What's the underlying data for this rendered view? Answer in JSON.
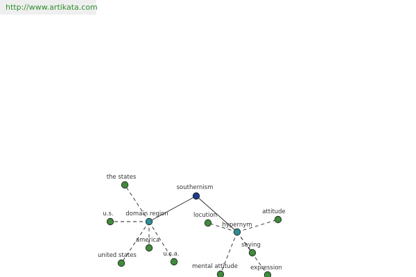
{
  "header": {
    "url": "http://www.artikata.com"
  },
  "colors": {
    "root": "#1f3a8a",
    "hub": "#2e8c95",
    "leaf": "#3f8a3c",
    "edge": "#222222",
    "url_text": "#2f8f2f",
    "url_bg": "#efefef"
  },
  "graph": {
    "nodes": [
      {
        "id": "southernism",
        "label": "southernism",
        "kind": "root"
      },
      {
        "id": "domain_region",
        "label": "domain region",
        "kind": "hub"
      },
      {
        "id": "hypernym",
        "label": "hypernym",
        "kind": "hub"
      },
      {
        "id": "the_states",
        "label": "the states",
        "kind": "leaf"
      },
      {
        "id": "us",
        "label": "u.s.",
        "kind": "leaf"
      },
      {
        "id": "america",
        "label": "america",
        "kind": "leaf"
      },
      {
        "id": "united_states",
        "label": "united states",
        "kind": "leaf"
      },
      {
        "id": "usa",
        "label": "u.s.a.",
        "kind": "leaf"
      },
      {
        "id": "locution",
        "label": "locution",
        "kind": "leaf"
      },
      {
        "id": "attitude",
        "label": "attitude",
        "kind": "leaf"
      },
      {
        "id": "saying",
        "label": "saying",
        "kind": "leaf"
      },
      {
        "id": "mental_attitude",
        "label": "mental attitude",
        "kind": "leaf"
      },
      {
        "id": "expression",
        "label": "expression",
        "kind": "leaf"
      }
    ],
    "edges": [
      {
        "from": "southernism",
        "to": "domain_region",
        "style": "solid"
      },
      {
        "from": "southernism",
        "to": "hypernym",
        "style": "solid"
      },
      {
        "from": "domain_region",
        "to": "the_states",
        "style": "dashed"
      },
      {
        "from": "domain_region",
        "to": "us",
        "style": "dashed"
      },
      {
        "from": "domain_region",
        "to": "america",
        "style": "dashed"
      },
      {
        "from": "domain_region",
        "to": "united_states",
        "style": "dashed"
      },
      {
        "from": "domain_region",
        "to": "usa",
        "style": "dashed"
      },
      {
        "from": "hypernym",
        "to": "locution",
        "style": "dashed"
      },
      {
        "from": "hypernym",
        "to": "attitude",
        "style": "dashed"
      },
      {
        "from": "hypernym",
        "to": "saying",
        "style": "dashed"
      },
      {
        "from": "hypernym",
        "to": "mental_attitude",
        "style": "dashed"
      },
      {
        "from": "hypernym",
        "to": "expression",
        "style": "dashed"
      }
    ]
  }
}
